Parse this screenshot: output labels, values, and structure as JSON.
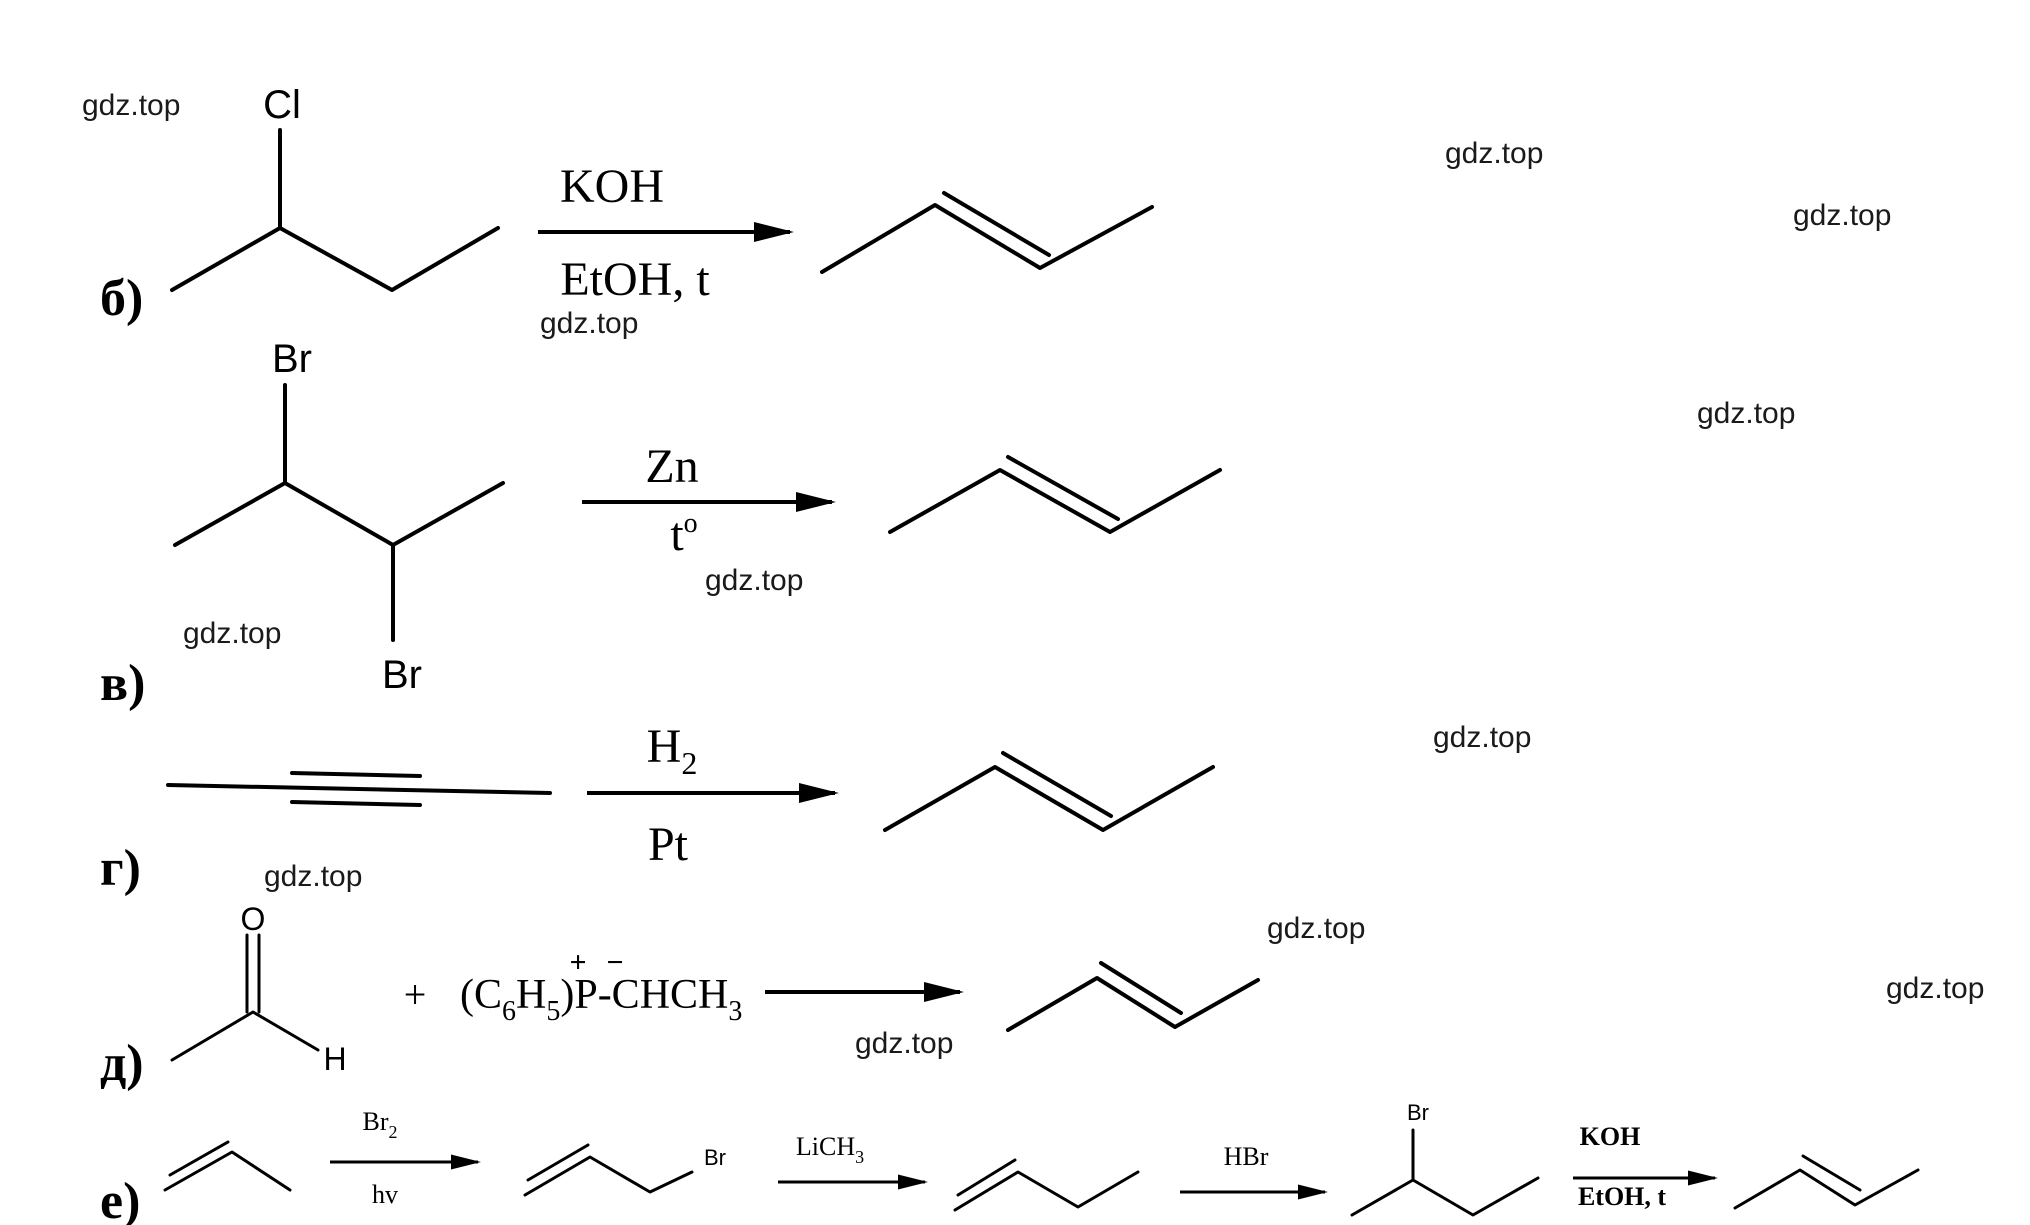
{
  "watermark": "gdz.top",
  "labels": {
    "b": "б)",
    "v": "в)",
    "g": "г)",
    "d": "д)",
    "e": "е)"
  },
  "reaction_b": {
    "reactant_atom": "Cl",
    "reagent_top": "KOH",
    "reagent_bottom": "EtOH, t"
  },
  "reaction_v": {
    "reactant_atom_top": "Br",
    "reactant_atom_bottom": "Br",
    "reagent_top": "Zn",
    "reagent_bottom": "t"
  },
  "reaction_g": {
    "reagent_top": "H",
    "reagent_top_sub": "2",
    "reagent_bottom": "Pt"
  },
  "reaction_d": {
    "atom_o": "O",
    "atom_h": "H",
    "plus": "+",
    "ylide_a": "(C",
    "ylide_b": "H",
    "ylide_c": ")P-CHCH",
    "ylide_sub6": "6",
    "ylide_sub5": "5",
    "ylide_sub3": "3",
    "charge_plus": "+",
    "charge_minus": "−"
  },
  "reaction_e": {
    "step1_top": "Br",
    "step1_top_sub": "2",
    "step1_bottom": "hv",
    "product1_atom": "Br",
    "step2_top": "LiCH",
    "step2_top_sub": "3",
    "step3_top": "HBr",
    "product3_atom": "Br",
    "step4_top": "KOH",
    "step4_bottom": "EtOH, t"
  }
}
